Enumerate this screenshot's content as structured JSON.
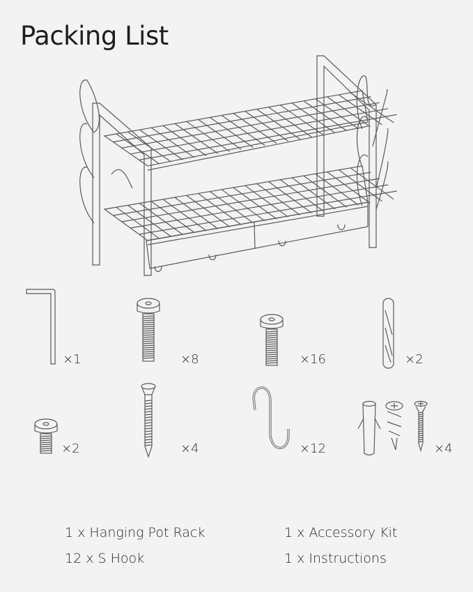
{
  "title": "Packing List",
  "parts": [
    {
      "icon": "allen-key-icon",
      "qty": "×1"
    },
    {
      "icon": "long-bolt-icon",
      "qty": "×8"
    },
    {
      "icon": "medium-bolt-icon",
      "qty": "×16"
    },
    {
      "icon": "dowel-pin-icon",
      "qty": "×2"
    },
    {
      "icon": "short-bolt-icon",
      "qty": "×2"
    },
    {
      "icon": "wood-screw-icon",
      "qty": "×4"
    },
    {
      "icon": "s-hook-icon",
      "qty": "×12"
    },
    {
      "icon": "wall-anchor-set-icon",
      "qty": "×4"
    }
  ],
  "contents": [
    "1 x Hanging Pot Rack",
    "12 x S Hook",
    "1 x Accessory Kit",
    "1 x Instructions"
  ],
  "colors": {
    "background": "#f3f3f3",
    "line": "#555555",
    "text": "#1e1e1e"
  }
}
